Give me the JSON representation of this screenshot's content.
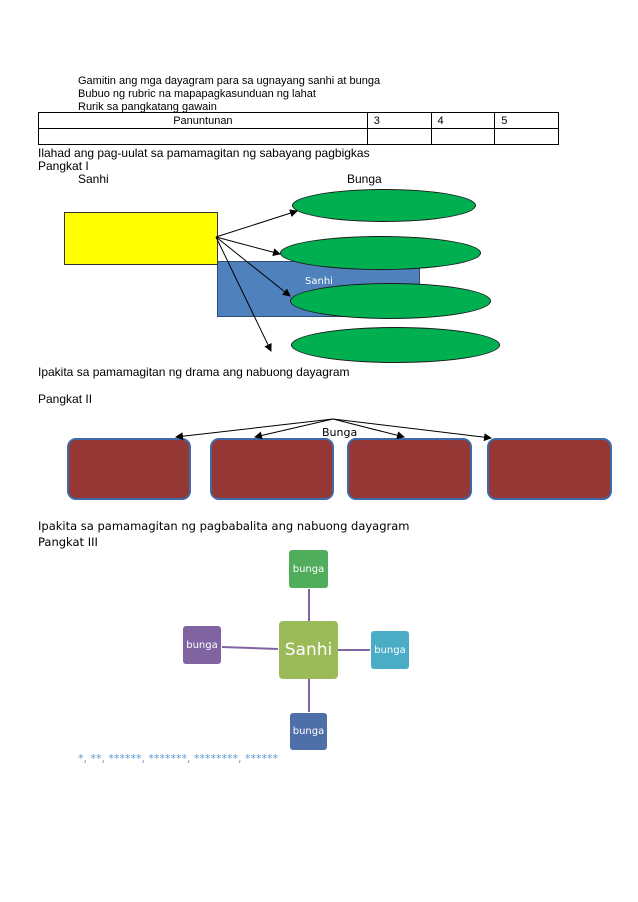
{
  "intro_lines": [
    "Gamitin ang mga dayagram para sa ugnayang sanhi at bunga",
    "Bubuo ng rubric na mapapagkasunduan ng lahat",
    "Rurik sa pangkatang gawain"
  ],
  "rubric": {
    "headers": [
      "Panuntunan",
      "3",
      "4",
      "5"
    ],
    "empty_row": [
      "",
      "",
      "",
      ""
    ]
  },
  "group1": {
    "instruction": "Ilahad ang pag-uulat sa pamamagitan ng sabayang pagbigkas",
    "title": "Pangkat I",
    "sanhi_label": "Sanhi",
    "bunga_label": "Bunga",
    "box_label": "Sanhi",
    "colors": {
      "cause_box": "#ffff00",
      "blue_box": "#4f81bd",
      "ellipse": "#00b050"
    }
  },
  "group2": {
    "instruction": "Ipakita sa pamamagitan ng drama ang nabuong dayagram",
    "title": "Pangkat II",
    "bunga_label": "Bunga",
    "colors": {
      "box": "#953735",
      "border": "#3f6aa8"
    }
  },
  "group3": {
    "instruction": "Ipakita sa pamamagitan ng pagbabalita ang nabuong dayagram",
    "title": "Pangkat III",
    "center_label": "Sanhi",
    "top_label": "bunga",
    "left_label": "bunga",
    "right_label": "bunga",
    "bottom_label": "bunga",
    "colors": {
      "center": "#9bbb59",
      "top": "#4fad5b",
      "left": "#8064a2",
      "right": "#4bacc6",
      "bottom": "#4f6fa8",
      "connector": "#8064a2"
    }
  },
  "footer_marks": "*, **, ******, *******, ********, ******"
}
